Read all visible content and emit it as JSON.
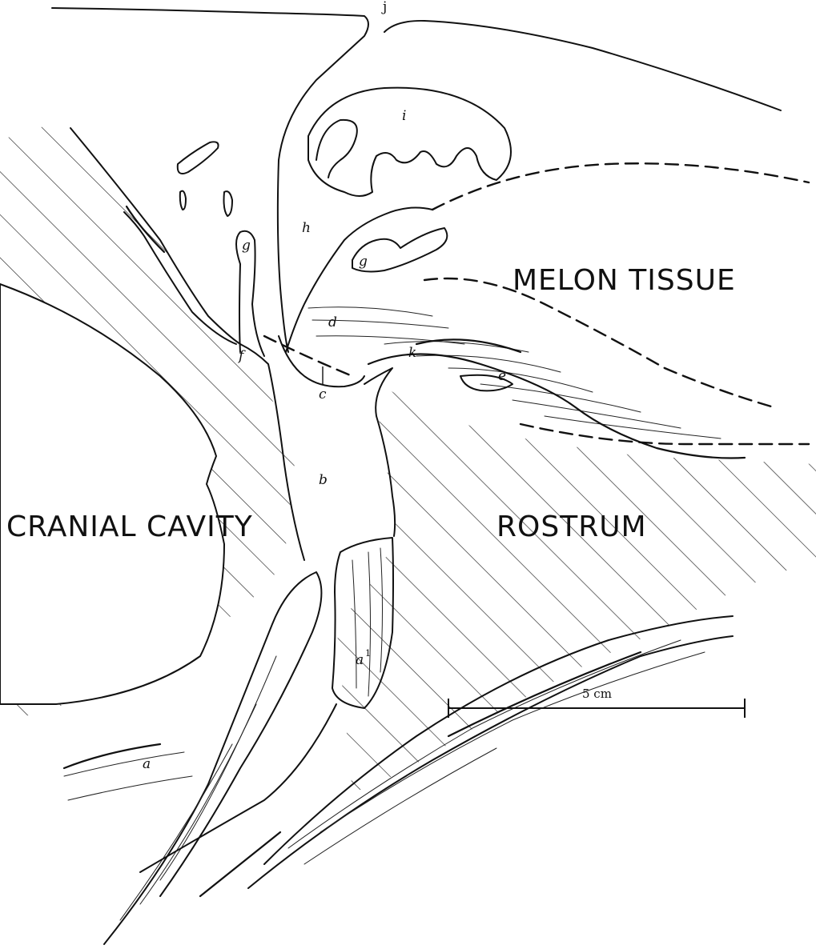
{
  "labels": {
    "melon": "MELON TISSUE",
    "cranial": "CRANIAL CAVITY",
    "rostrum": "ROSTRUM"
  },
  "letters": {
    "a": "a",
    "a1": "a",
    "a1_sup": "1",
    "b": "b",
    "c": "c",
    "d": "d",
    "e": "e",
    "f": "f",
    "g1": "g",
    "g2": "g",
    "h": "h",
    "i": "i",
    "j": "j",
    "k": "k"
  },
  "scale_bar": {
    "label": "5 cm"
  }
}
